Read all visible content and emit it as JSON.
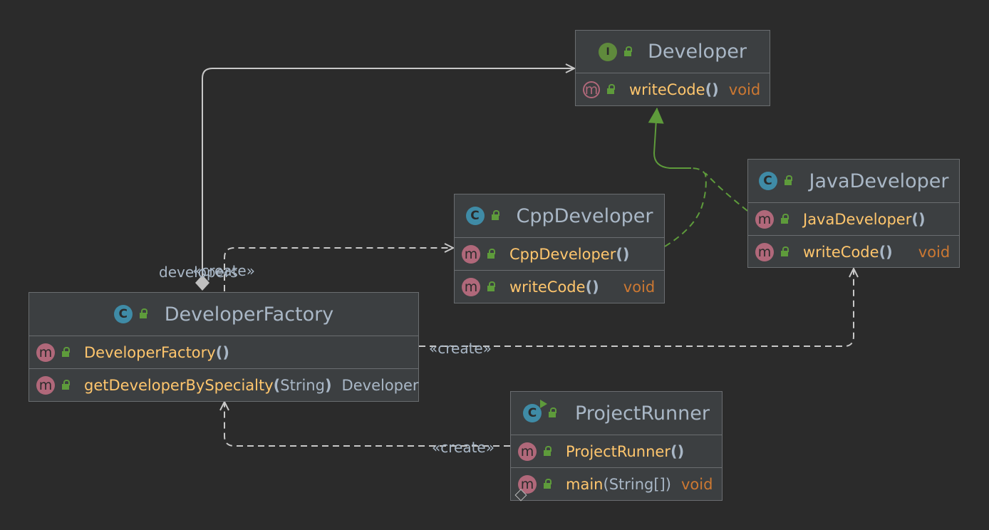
{
  "nodes": {
    "developer": {
      "title": "Developer",
      "kind_icon": "interface-icon",
      "kind_letter": "I",
      "methods": [
        {
          "name": "writeCode",
          "params": "",
          "return_type": "void",
          "abstract": true
        }
      ]
    },
    "cpp": {
      "title": "CppDeveloper",
      "kind_icon": "class-icon",
      "kind_letter": "C",
      "methods": [
        {
          "name": "CppDeveloper",
          "params": "",
          "return_type": ""
        },
        {
          "name": "writeCode",
          "params": "",
          "return_type": "void"
        }
      ]
    },
    "java": {
      "title": "JavaDeveloper",
      "kind_icon": "class-icon",
      "kind_letter": "C",
      "methods": [
        {
          "name": "JavaDeveloper",
          "params": "",
          "return_type": ""
        },
        {
          "name": "writeCode",
          "params": "",
          "return_type": "void"
        }
      ]
    },
    "factory": {
      "title": "DeveloperFactory",
      "kind_icon": "class-icon",
      "kind_letter": "C",
      "methods": [
        {
          "name": "DeveloperFactory",
          "params": "",
          "return_type": ""
        },
        {
          "name": "getDeveloperBySpecialty",
          "params": "String",
          "return_type": "Developer"
        }
      ]
    },
    "runner": {
      "title": "ProjectRunner",
      "kind_icon": "runnable-class-icon",
      "kind_letter": "C",
      "methods": [
        {
          "name": "ProjectRunner",
          "params": "",
          "return_type": ""
        },
        {
          "name": "main",
          "params": "String[]",
          "return_type": "void",
          "static": true
        }
      ]
    }
  },
  "method_icon_letter": "m",
  "edge_labels": {
    "developers": "developers",
    "create_cpp": "«create»",
    "create_java": "«create»",
    "create_factory": "«create»"
  },
  "colors": {
    "background": "#2b2b2b",
    "node_fill": "#3c3f41",
    "association": "#c8c8c8",
    "realization": "#5e9b3b",
    "method_name": "#ffc66d",
    "keyword": "#cc7832"
  }
}
